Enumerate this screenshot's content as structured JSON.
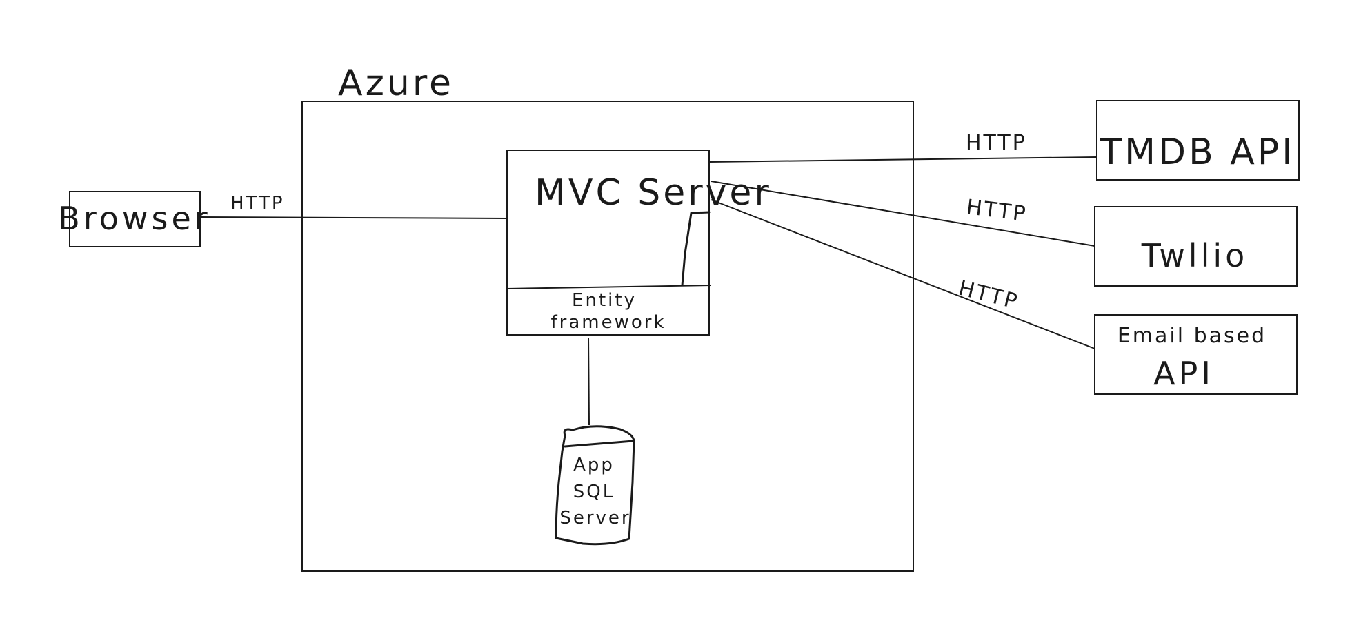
{
  "diagram": {
    "groups": {
      "azure": {
        "label": "Azure"
      }
    },
    "nodes": {
      "browser": {
        "label": "Browser"
      },
      "mvc_server": {
        "label": "MVC Server"
      },
      "entity_framework": {
        "line1": "Entity",
        "line2": "framework"
      },
      "app_sql_server": {
        "line1": "App",
        "line2": "SQL",
        "line3": "Server"
      },
      "tmdb_api": {
        "label": "TMDB API"
      },
      "twilio": {
        "label": "Twllio"
      },
      "email_api": {
        "line1": "Email based",
        "line2": "API"
      }
    },
    "edges": {
      "browser_to_mvc": {
        "label": "HTTP"
      },
      "mvc_to_tmdb": {
        "label": "HTTP"
      },
      "mvc_to_twilio": {
        "label": "HTTP"
      },
      "mvc_to_email": {
        "label": "HTTP"
      },
      "ef_to_sql": {
        "label": ""
      }
    }
  }
}
